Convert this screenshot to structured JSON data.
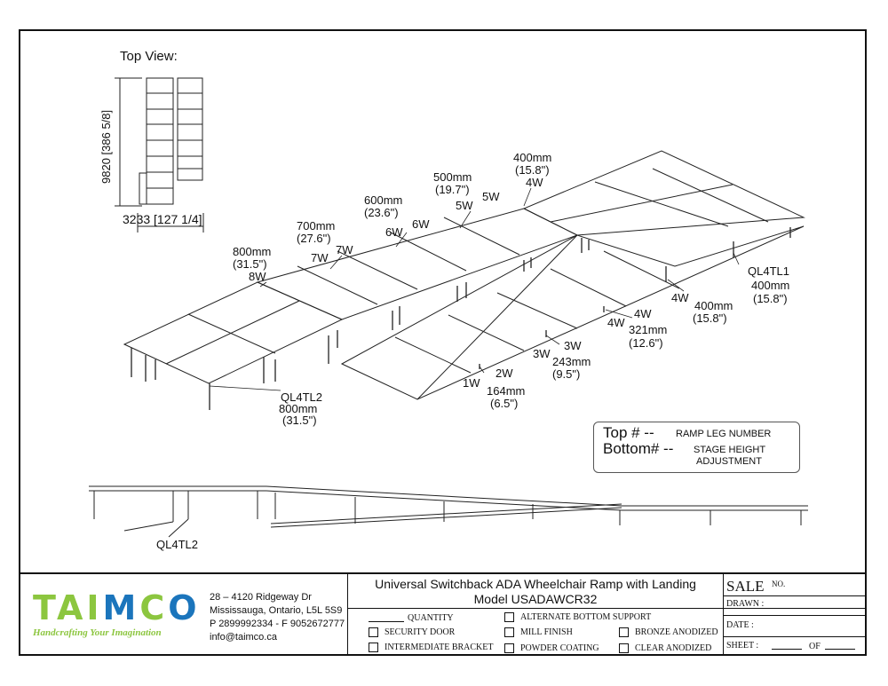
{
  "top_view": {
    "title": "Top View:",
    "height_dim": "9820 [386 5/8]",
    "width_dim": "3233 [127 1/4]"
  },
  "ramp_labels": {
    "l_400a": "400mm",
    "l_158a": "(15.8\")",
    "l_4wa": "4W",
    "l_500": "500mm",
    "l_197": "(19.7\")",
    "l_5wa": "5W",
    "l_5wb": "5W",
    "l_600": "600mm",
    "l_236": "(23.6\")",
    "l_6wa": "6W",
    "l_6wb": "6W",
    "l_700": "700mm",
    "l_276": "(27.6\")",
    "l_7wa": "7W",
    "l_7wb": "7W",
    "l_800a": "800mm",
    "l_315a": "(31.5\")",
    "l_8w": "8W",
    "l_ql4tl1": "QL4TL1",
    "l_400b": "400mm",
    "l_158b": "(15.8\")",
    "l_4wb": "4W",
    "l_400c": "400mm",
    "l_158c": "(15.8\")",
    "l_4wc": "4W",
    "l_4wd": "4W",
    "l_321": "321mm",
    "l_126": "(12.6\")",
    "l_3wa": "3W",
    "l_3wb": "3W",
    "l_243": "243mm",
    "l_95": "(9.5\")",
    "l_1w": "1W",
    "l_2w": "2W",
    "l_164": "164mm",
    "l_65": "(6.5\")",
    "l_ql4tl2": "QL4TL2",
    "l_800b": "800mm",
    "l_315b": "(31.5\")",
    "l_ql4tl2b": "QL4TL2"
  },
  "legend": {
    "top_big": "Top # --",
    "top_small": "RAMP LEG NUMBER",
    "bottom_big": "Bottom# --",
    "bottom_small_1": "STAGE HEIGHT",
    "bottom_small_2": "ADJUSTMENT"
  },
  "title_block": {
    "logo_text": "TAIMCO",
    "tagline": "Handcrafting Your Imagination",
    "address_1": "28 – 4120 Ridgeway Dr",
    "address_2": "Mississauga, Ontario, L5L 5S9",
    "phone": "P 2899992334 - F 9052672777",
    "email": "info@taimco.ca",
    "title_line_1": "Universal Switchback ADA Wheelchair Ramp with Landing",
    "title_line_2": "Model USADAWCR32",
    "quantity": "QUANTITY",
    "options": {
      "alt_bottom": "ALTERNATE BOTTOM SUPPORT",
      "security_door": "SECURITY DOOR",
      "mill_finish": "MILL FINISH",
      "bronze": "BRONZE ANODIZED",
      "intermediate": "INTERMEDIATE BRACKET",
      "powder": "POWDER COATING",
      "clear": "CLEAR ANODIZED"
    },
    "sale": "SALE",
    "sale_no": "NO.",
    "drawn": "DRAWN :",
    "date": "DATE :",
    "sheet": "SHEET :",
    "of": "OF"
  },
  "colors": {
    "logo_green": "#8cc63f",
    "logo_blue": "#1b75bc",
    "line": "#222222"
  }
}
